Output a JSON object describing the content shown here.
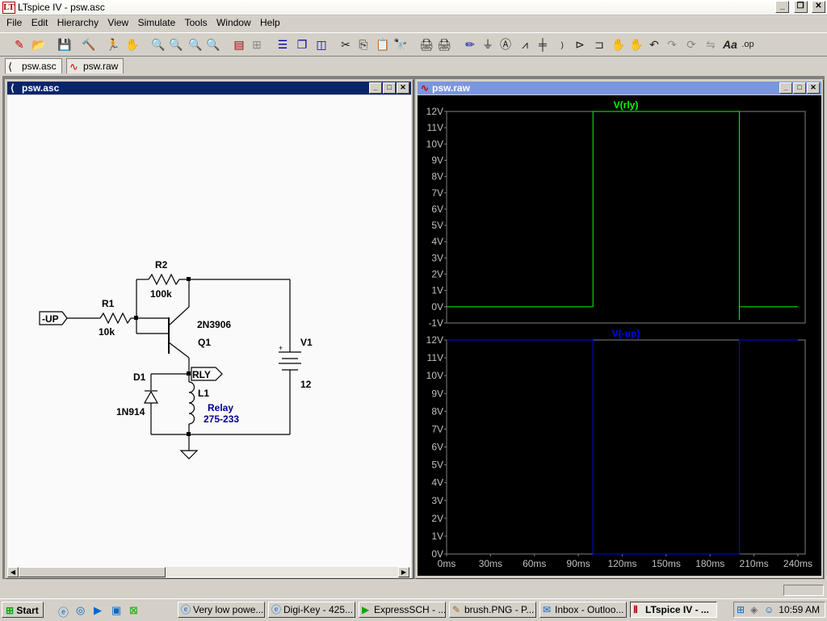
{
  "window": {
    "title": "LTspice IV - psw.asc"
  },
  "menu": [
    "File",
    "Edit",
    "Hierarchy",
    "View",
    "Simulate",
    "Tools",
    "Window",
    "Help"
  ],
  "toolbar_icons": [
    "new-schematic-icon",
    "open-icon",
    "save-icon",
    "control-panel-icon",
    "run-icon",
    "halt-icon",
    "zoom-in-icon",
    "zoom-fit-icon",
    "zoom-out-icon",
    "zoom-cancel-icon",
    "autorange-icon",
    "grid-icon",
    "tile-horizontal-icon",
    "cascade-icon",
    "tile-vertical-icon",
    "cut-icon",
    "copy-icon",
    "paste-icon",
    "find-icon",
    "print-setup-icon",
    "print-icon",
    "draw-wire-icon",
    "ground-icon",
    "label-net-icon",
    "resistor-icon",
    "capacitor-icon",
    "inductor-icon",
    "diode-icon",
    "component-icon",
    "move-icon",
    "drag-icon",
    "undo-icon",
    "redo-icon",
    "rotate-icon",
    "mirror-icon",
    "text-icon",
    "spice-directive-icon"
  ],
  "tabs": [
    {
      "label": "psw.asc"
    },
    {
      "label": "psw.raw"
    }
  ],
  "schematic": {
    "title": "psw.asc",
    "labels": {
      "r2": "R2",
      "r2_val": "100k",
      "r1": "R1",
      "r1_val": "10k",
      "q1_model": "2N3906",
      "q1": "Q1",
      "v1": "V1",
      "v1_val": "12",
      "d1": "D1",
      "d1_model": "1N914",
      "l1": "L1",
      "relay": "Relay",
      "relay_part": "275-233",
      "net_up": "-UP",
      "net_rly": "RLY",
      "plus": "+"
    }
  },
  "waveform": {
    "title": "psw.raw"
  },
  "chart_data": [
    {
      "type": "line",
      "title": "V(rly)",
      "series": [
        {
          "name": "V(rly)",
          "color": "#00ff00",
          "points": [
            [
              0,
              0
            ],
            [
              100,
              0
            ],
            [
              100,
              12
            ],
            [
              200,
              12
            ],
            [
              200,
              -0.8
            ],
            [
              200,
              0
            ],
            [
              240,
              0
            ]
          ]
        }
      ],
      "xlim": [
        0,
        245
      ],
      "ylim": [
        -1,
        12
      ],
      "yticks": [
        "12V",
        "11V",
        "10V",
        "9V",
        "8V",
        "7V",
        "6V",
        "5V",
        "4V",
        "3V",
        "2V",
        "1V",
        "0V",
        "-1V"
      ]
    },
    {
      "type": "line",
      "title": "V(-up)",
      "series": [
        {
          "name": "V(-up)",
          "color": "#0000ff",
          "points": [
            [
              0,
              12
            ],
            [
              100,
              12
            ],
            [
              100,
              0
            ],
            [
              200,
              0
            ],
            [
              200,
              12
            ],
            [
              240,
              12
            ]
          ]
        }
      ],
      "xlim": [
        0,
        245
      ],
      "ylim": [
        0,
        12
      ],
      "yticks": [
        "12V",
        "11V",
        "10V",
        "9V",
        "8V",
        "7V",
        "6V",
        "5V",
        "4V",
        "3V",
        "2V",
        "1V",
        "0V"
      ],
      "xticks": [
        "0ms",
        "30ms",
        "60ms",
        "90ms",
        "120ms",
        "150ms",
        "180ms",
        "210ms",
        "240ms"
      ]
    }
  ],
  "taskbar": {
    "start": "Start",
    "tasks": [
      {
        "label": "Very low powe...",
        "icon": "ie-icon"
      },
      {
        "label": "Digi-Key - 425...",
        "icon": "ie-icon"
      },
      {
        "label": "ExpressSCH - ...",
        "icon": "expresssch-icon"
      },
      {
        "label": "brush.PNG - P...",
        "icon": "paint-icon"
      },
      {
        "label": "Inbox - Outloo...",
        "icon": "outlook-icon"
      },
      {
        "label": "LTspice IV - ...",
        "icon": "ltspice-icon"
      }
    ],
    "clock": "10:59 AM"
  }
}
